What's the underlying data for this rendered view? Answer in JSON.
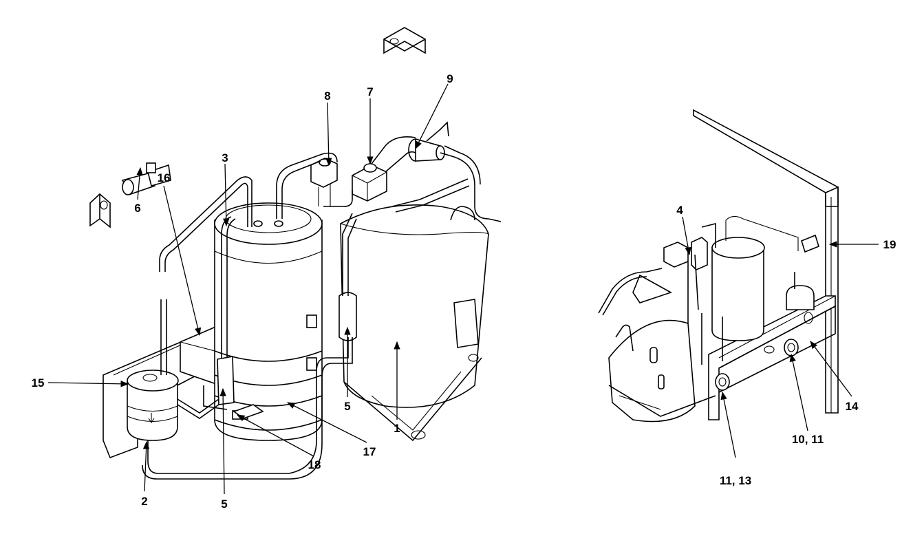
{
  "callouts": {
    "c1": "1",
    "c2": "2",
    "c3": "3",
    "c4": "4",
    "c5a": "5",
    "c5b": "5",
    "c6": "6",
    "c7": "7",
    "c8": "8",
    "c9": "9",
    "c10_11": "10, 11",
    "c11_13": "11, 13",
    "c14": "14",
    "c15": "15",
    "c16": "16",
    "c17": "17",
    "c18": "18",
    "c19": "19"
  }
}
